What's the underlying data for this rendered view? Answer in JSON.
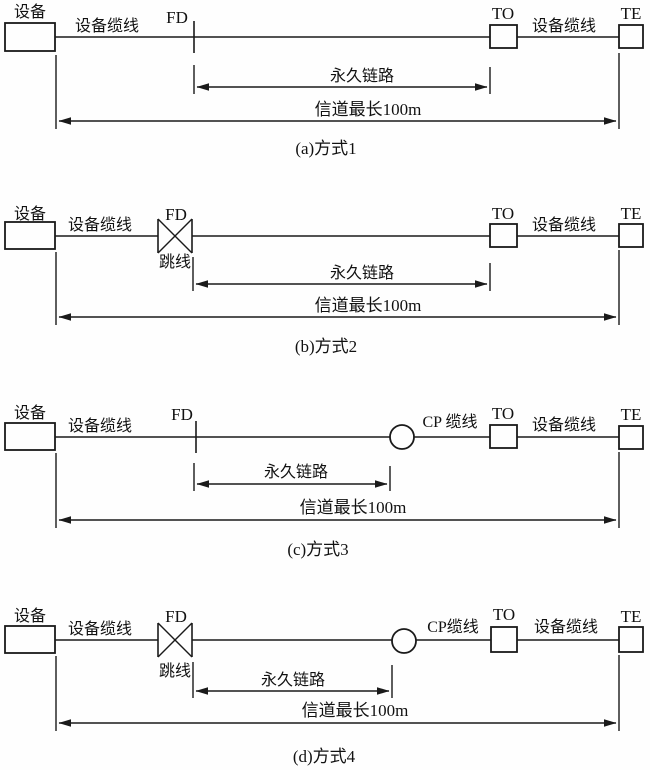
{
  "diagram_kind": "cabling-link-channel-diagram",
  "colors": {
    "ink": "#1a1a1a",
    "background": "#fefefe",
    "text": "#111111"
  },
  "sections": [
    {
      "id": "a",
      "caption": "(a)方式1",
      "labels": {
        "device": "设备",
        "device_cable_left": "设备缆线",
        "fd": "FD",
        "to": "TO",
        "device_cable_right": "设备缆线",
        "te": "TE",
        "permanent_link": "永久链路",
        "channel": "信道最长100m"
      },
      "components": [
        "device-box",
        "fd-reference-tick",
        "to-box",
        "te-box",
        "permanent-link-arrow",
        "channel-arrow"
      ]
    },
    {
      "id": "b",
      "caption": "(b)方式2",
      "labels": {
        "device": "设备",
        "device_cable_left": "设备缆线",
        "fd": "FD",
        "jumper": "跳线",
        "to": "TO",
        "device_cable_right": "设备缆线",
        "te": "TE",
        "permanent_link": "永久链路",
        "channel": "信道最长100m"
      },
      "components": [
        "device-box",
        "fd-jumper-cross",
        "to-box",
        "te-box",
        "permanent-link-arrow",
        "channel-arrow"
      ]
    },
    {
      "id": "c",
      "caption": "(c)方式3",
      "labels": {
        "device": "设备",
        "device_cable_left": "设备缆线",
        "fd": "FD",
        "cp_cable": "CP 缆线",
        "to": "TO",
        "device_cable_right": "设备缆线",
        "te": "TE",
        "permanent_link": "永久链路",
        "channel": "信道最长100m"
      },
      "components": [
        "device-box",
        "fd-reference-tick",
        "cp-connector-circle",
        "to-box",
        "te-box",
        "permanent-link-arrow",
        "channel-arrow"
      ]
    },
    {
      "id": "d",
      "caption": "(d)方式4",
      "labels": {
        "device": "设备",
        "device_cable_left": "设备缆线",
        "fd": "FD",
        "jumper": "跳线",
        "cp_cable": "CP缆线",
        "to": "TO",
        "device_cable_right": "设备缆线",
        "te": "TE",
        "permanent_link": "永久链路",
        "channel": "信道最长100m"
      },
      "components": [
        "device-box",
        "fd-jumper-cross",
        "cp-connector-circle",
        "to-box",
        "te-box",
        "permanent-link-arrow",
        "channel-arrow"
      ]
    }
  ]
}
